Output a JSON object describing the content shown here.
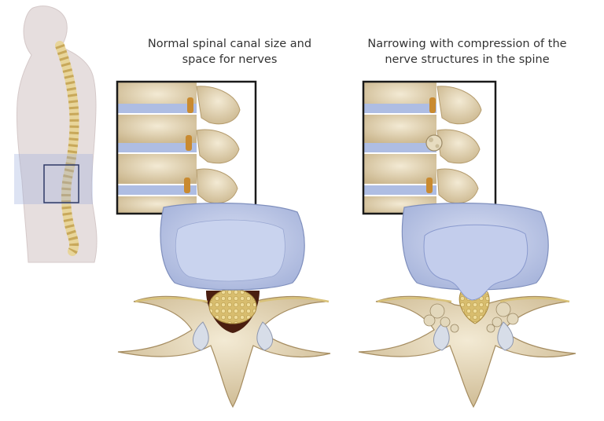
{
  "captions": {
    "normal": "Normal spinal canal size and space for nerves",
    "stenosis": "Narrowing with compression of the nerve structures in the spine"
  },
  "colors": {
    "bone": "#e8dcc0",
    "bone_shadow": "#b9a37a",
    "disc": "#b8c3e2",
    "disc_core": "#cfd6ef",
    "nerve": "#d9c27a",
    "body_silhouette": "#e4dcdc",
    "canal_dark": "#4a1e10"
  },
  "icons": [
    "body-silhouette",
    "spine-column",
    "highlight-box",
    "zoom-lateral-normal",
    "zoom-lateral-stenosis",
    "vertebra-normal",
    "vertebra-stenosis"
  ]
}
